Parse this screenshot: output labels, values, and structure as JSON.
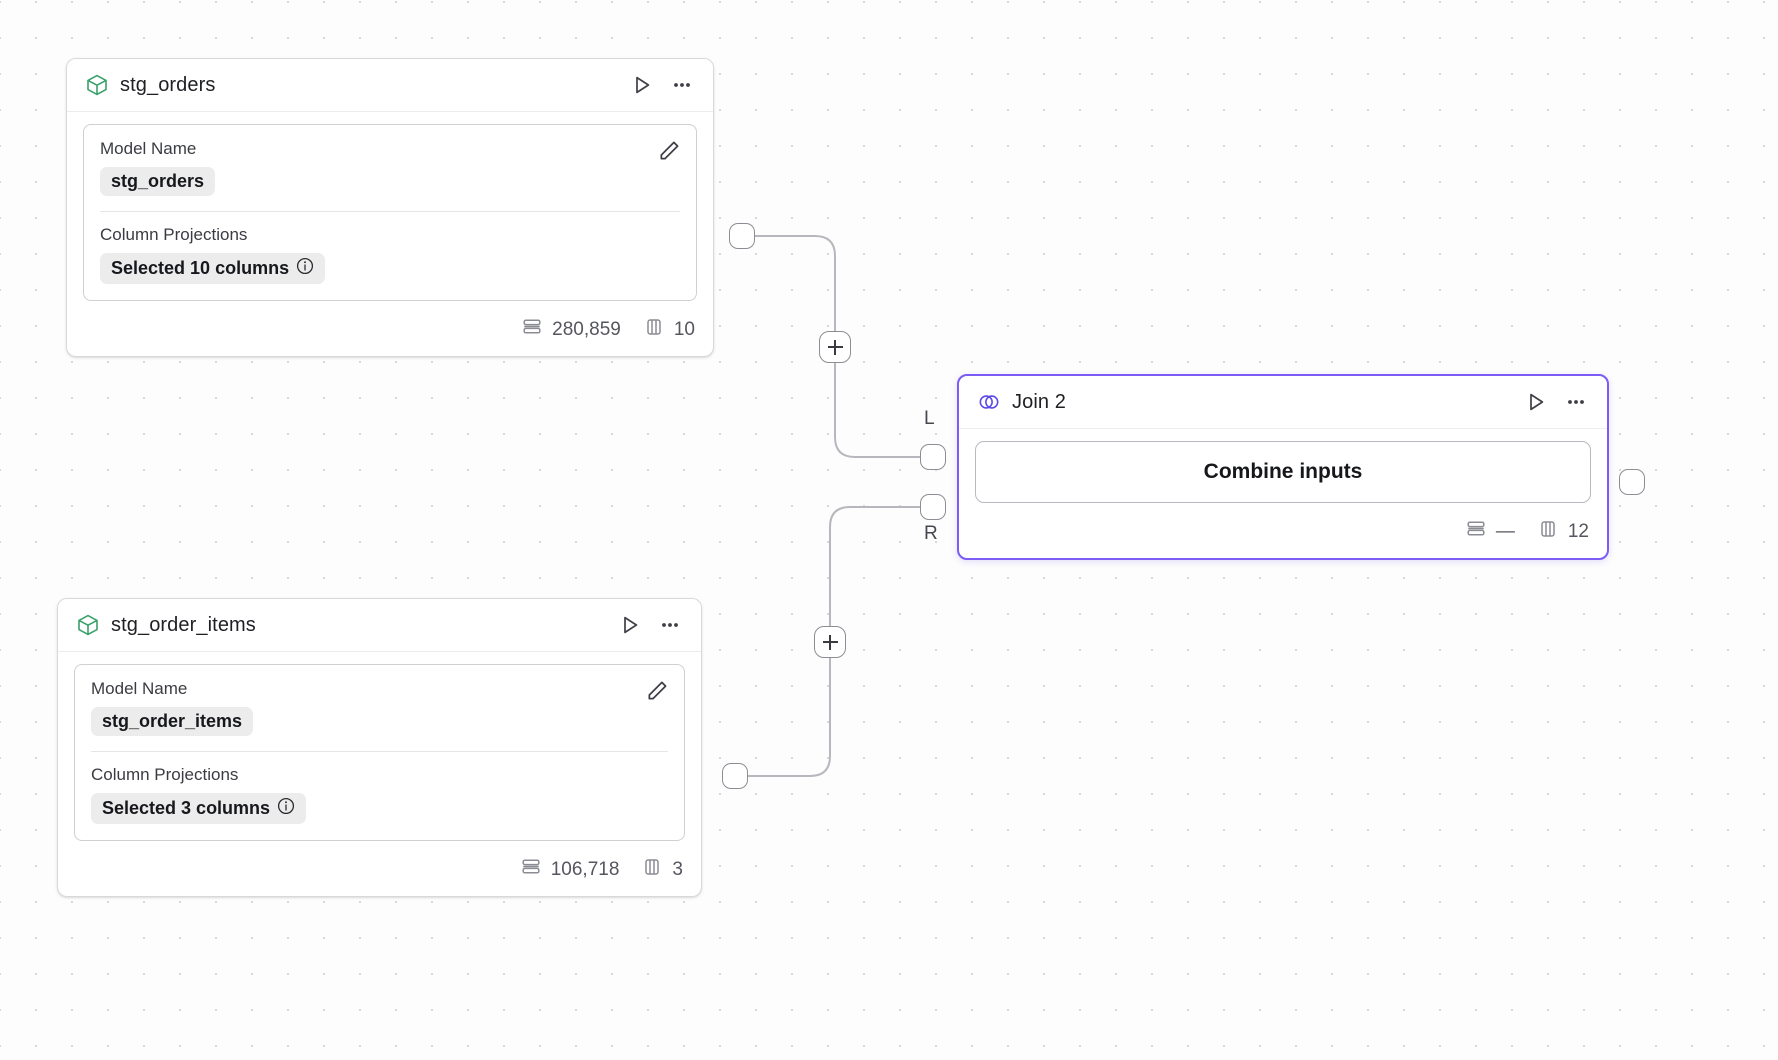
{
  "canvas": {
    "grid": "dot-grid",
    "background_color": "#fdfdfd",
    "dot_color": "#d8d8d8"
  },
  "colors": {
    "model_icon": "#3aa06a",
    "join_icon": "#5b4ae8",
    "selected_border": "#7c5cf5",
    "node_border": "#d9d9dd",
    "edge": "#b7b7bd",
    "pill_bg": "#ececed",
    "text_primary": "#1f2024",
    "text_muted": "#6d6e76"
  },
  "nodes": [
    {
      "id": "stg_orders",
      "icon": "cube-icon",
      "title": "stg_orders",
      "actions": {
        "run_label": "run",
        "menu_label": "more"
      },
      "properties": {
        "model_name_label": "Model Name",
        "model_name_value": "stg_orders",
        "column_projections_label": "Column Projections",
        "column_projections_value": "Selected 10 columns",
        "info_glyph": "i",
        "edit_label": "edit"
      },
      "stats": {
        "rows_icon": "rows-icon",
        "rows": "280,859",
        "columns_icon": "columns-icon",
        "columns": "10"
      }
    },
    {
      "id": "stg_order_items",
      "icon": "cube-icon",
      "title": "stg_order_items",
      "actions": {
        "run_label": "run",
        "menu_label": "more"
      },
      "properties": {
        "model_name_label": "Model Name",
        "model_name_value": "stg_order_items",
        "column_projections_label": "Column Projections",
        "column_projections_value": "Selected 3 columns",
        "info_glyph": "i",
        "edit_label": "edit"
      },
      "stats": {
        "rows_icon": "rows-icon",
        "rows": "106,718",
        "columns_icon": "columns-icon",
        "columns": "3"
      }
    }
  ],
  "join_node": {
    "id": "join_2",
    "icon": "venn-icon",
    "title": "Join 2",
    "selected": true,
    "actions": {
      "run_label": "run",
      "menu_label": "more"
    },
    "combine_button_label": "Combine inputs",
    "input_ports": [
      {
        "id": "left",
        "label": "L"
      },
      {
        "id": "right",
        "label": "R"
      }
    ],
    "stats": {
      "rows_icon": "rows-icon",
      "rows": "—",
      "columns_icon": "columns-icon",
      "columns": "12"
    }
  },
  "edge_buttons": [
    {
      "id": "add-node-upper",
      "label": "+"
    },
    {
      "id": "add-node-lower",
      "label": "+"
    }
  ]
}
